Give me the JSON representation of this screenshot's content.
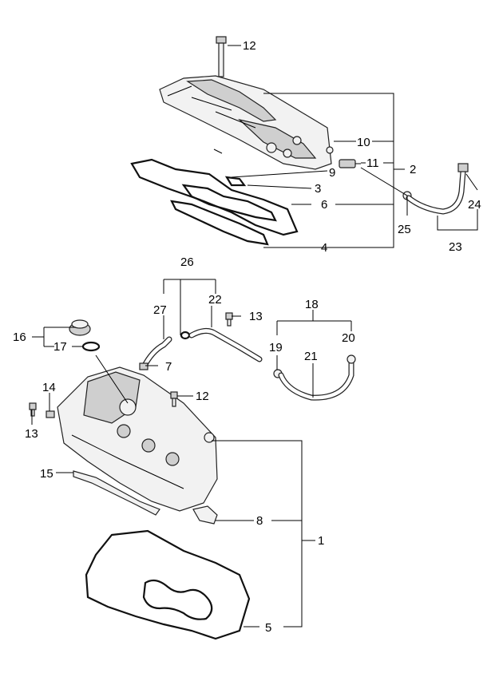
{
  "diagram": {
    "callouts": {
      "c1": "1",
      "c2": "2",
      "c3": "3",
      "c4": "4",
      "c5": "5",
      "c6": "6",
      "c7": "7",
      "c8": "8",
      "c9": "9",
      "c10": "10",
      "c11": "11",
      "c12a": "12",
      "c12b": "12",
      "c13a": "13",
      "c13b": "13",
      "c14": "14",
      "c15": "15",
      "c16": "16",
      "c17": "17",
      "c18": "18",
      "c19": "19",
      "c20": "20",
      "c21": "21",
      "c22": "22",
      "c23": "23",
      "c24": "24",
      "c25": "25",
      "c26": "26",
      "c27": "27"
    }
  }
}
